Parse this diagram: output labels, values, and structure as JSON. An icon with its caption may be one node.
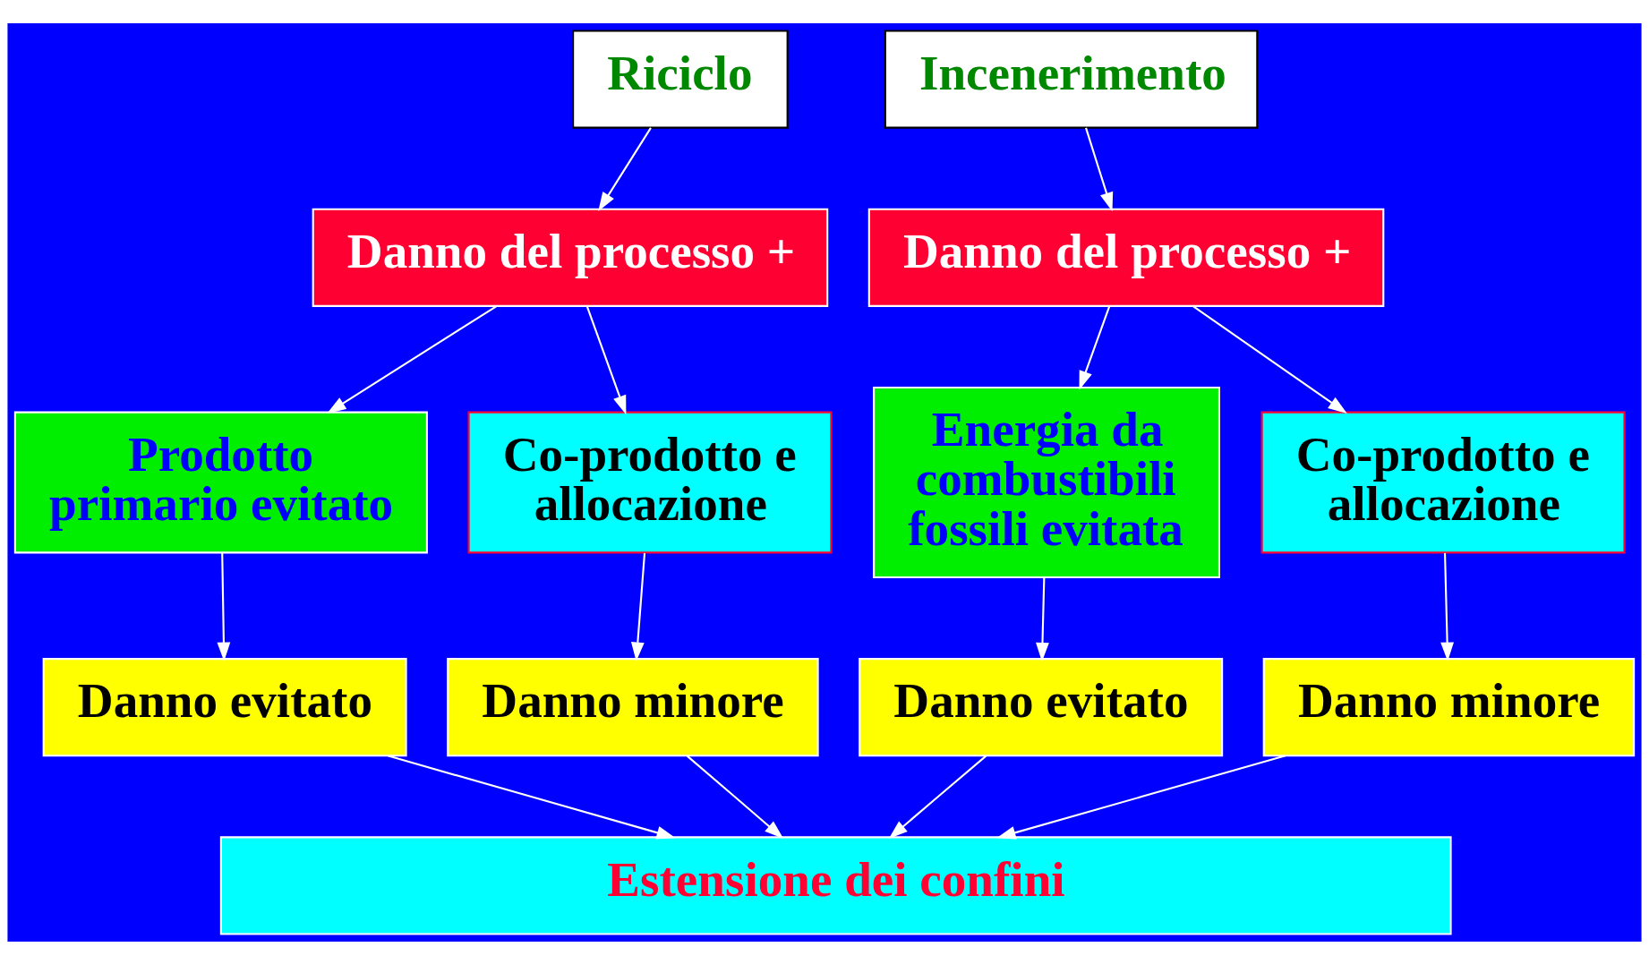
{
  "diagram": {
    "nodes": [
      {
        "text": [
          "Riciclo"
        ]
      },
      {
        "text": [
          "Incenerimento"
        ]
      },
      {
        "text": [
          "Danno del processo +"
        ]
      },
      {
        "text": [
          "Danno del processo +"
        ]
      },
      {
        "text": [
          "Prodotto primario evitato"
        ]
      },
      {
        "text": [
          "Co-prodotto e allocazione"
        ]
      },
      {
        "text": [
          "Energia da combustibili fossili evitata"
        ]
      },
      {
        "text": [
          "Co-prodotto e allocazione"
        ]
      },
      {
        "text": [
          "Danno evitato"
        ]
      },
      {
        "text": [
          "Danno minore"
        ]
      },
      {
        "text": [
          "Danno evitato"
        ]
      },
      {
        "text": [
          "Danno minore"
        ]
      },
      {
        "text": [
          "Estensione dei confini"
        ]
      }
    ],
    "edges": [
      {
        "from": 0,
        "to": 2,
        "arrow": "to"
      },
      {
        "from": 1,
        "to": 3,
        "arrow": "to"
      },
      {
        "from": 2,
        "to": 4,
        "arrow": "to"
      },
      {
        "from": 2,
        "to": 5,
        "arrow": "to"
      },
      {
        "from": 3,
        "to": 6,
        "arrow": "to"
      },
      {
        "from": 3,
        "to": 7,
        "arrow": "to"
      },
      {
        "from": 4,
        "to": 8,
        "arrow": "to"
      },
      {
        "from": 5,
        "to": 9,
        "arrow": "to"
      },
      {
        "from": 6,
        "to": 10,
        "arrow": "to"
      },
      {
        "from": 7,
        "to": 11,
        "arrow": "to"
      },
      {
        "from": 8,
        "to": 12,
        "arrow": "to"
      },
      {
        "from": 9,
        "to": 12,
        "arrow": "to"
      },
      {
        "from": 10,
        "to": 12,
        "arrow": "to"
      },
      {
        "from": 11,
        "to": 12,
        "arrow": "to"
      }
    ]
  }
}
